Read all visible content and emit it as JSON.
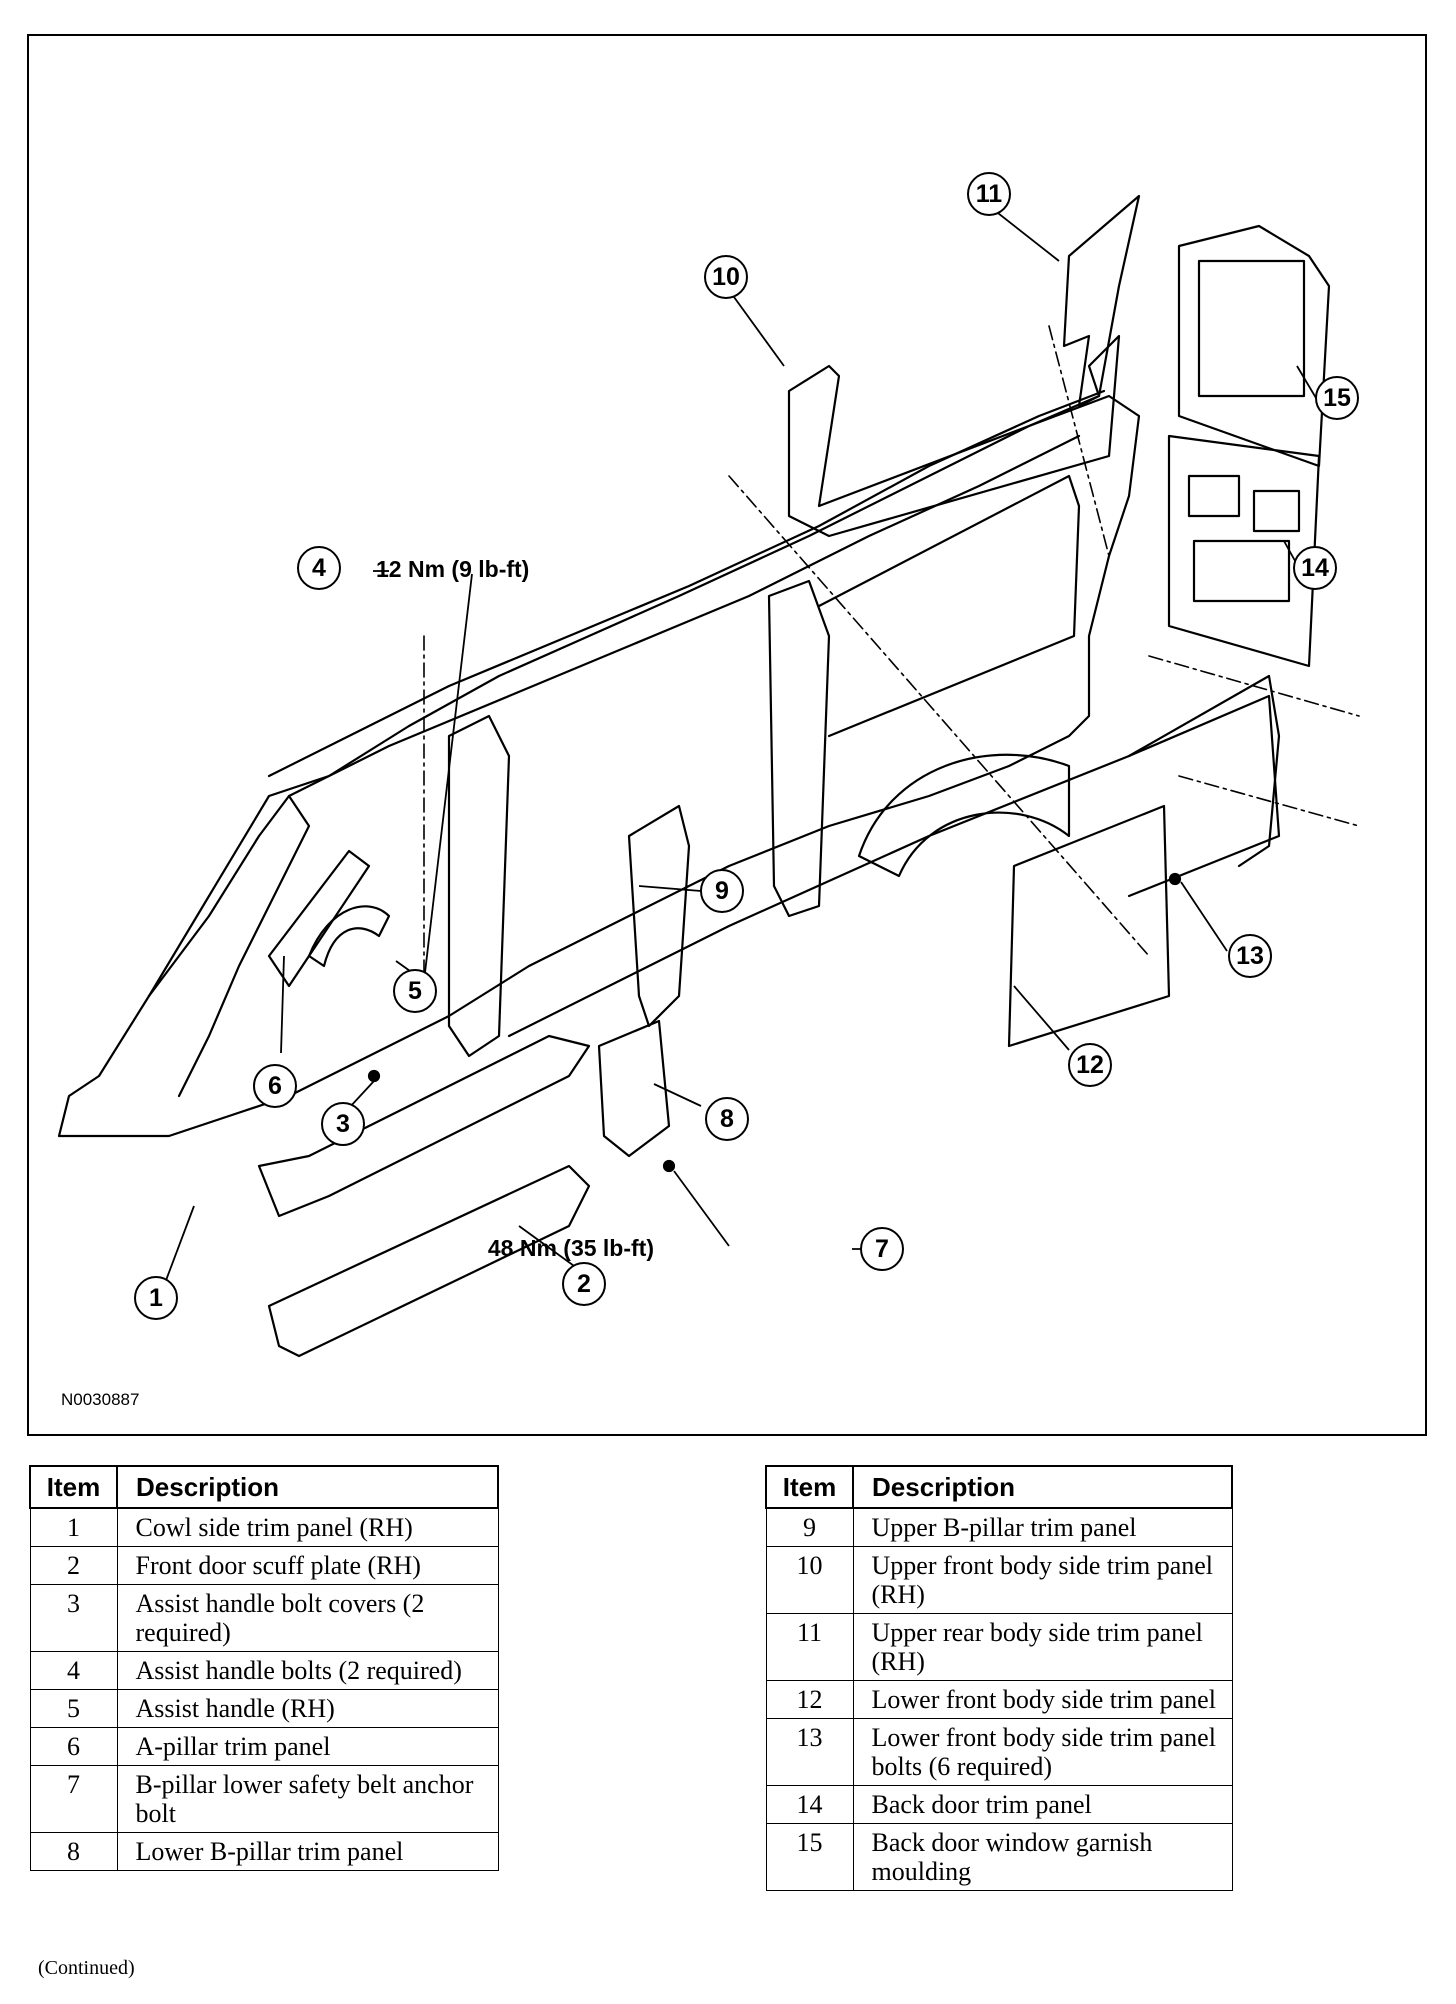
{
  "diagram": {
    "figure_code": "N0030887",
    "callouts": [
      {
        "n": "1"
      },
      {
        "n": "2"
      },
      {
        "n": "3"
      },
      {
        "n": "4"
      },
      {
        "n": "5"
      },
      {
        "n": "6"
      },
      {
        "n": "7"
      },
      {
        "n": "8"
      },
      {
        "n": "9"
      },
      {
        "n": "10"
      },
      {
        "n": "11"
      },
      {
        "n": "12"
      },
      {
        "n": "13"
      },
      {
        "n": "14"
      },
      {
        "n": "15"
      }
    ],
    "torque_specs": {
      "bolt_4": "12 Nm (9 lb-ft)",
      "bolt_7": "48 Nm (35 lb-ft)"
    }
  },
  "table_header": {
    "item": "Item",
    "description": "Description"
  },
  "left_table": [
    {
      "item": "1",
      "description": "Cowl side trim panel (RH)"
    },
    {
      "item": "2",
      "description": "Front door scuff plate (RH)"
    },
    {
      "item": "3",
      "description": "Assist handle bolt covers (2 required)"
    },
    {
      "item": "4",
      "description": "Assist handle bolts (2 required)"
    },
    {
      "item": "5",
      "description": "Assist handle (RH)"
    },
    {
      "item": "6",
      "description": "A-pillar trim panel"
    },
    {
      "item": "7",
      "description": "B-pillar lower safety belt anchor bolt"
    },
    {
      "item": "8",
      "description": "Lower B-pillar trim panel"
    }
  ],
  "right_table": [
    {
      "item": "9",
      "description": "Upper B-pillar trim panel"
    },
    {
      "item": "10",
      "description": "Upper front body side trim panel (RH)"
    },
    {
      "item": "11",
      "description": "Upper rear body side trim panel (RH)"
    },
    {
      "item": "12",
      "description": "Lower front body side trim panel"
    },
    {
      "item": "13",
      "description": "Lower front body side trim panel bolts (6 required)"
    },
    {
      "item": "14",
      "description": "Back door trim panel"
    },
    {
      "item": "15",
      "description": "Back door window garnish moulding"
    }
  ],
  "footer": {
    "continued": "(Continued)"
  }
}
